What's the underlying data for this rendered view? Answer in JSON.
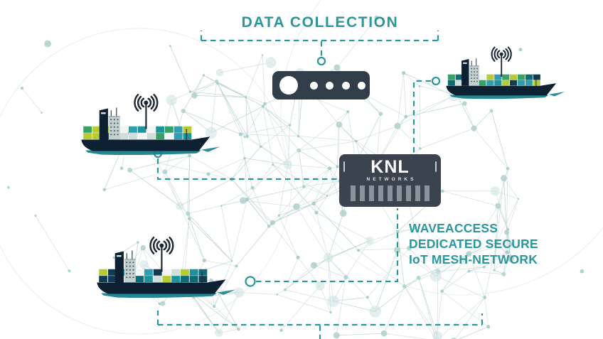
{
  "colors": {
    "background": "#ffffff",
    "accent": "#2a979d",
    "device_dark": "#323d4a",
    "knl_device": "#3a434e",
    "hull_dark": "#0e2133",
    "antenna_dark": "#1b2735",
    "water_teal": "#17818b",
    "heatsink_bar": "#8b9299",
    "superstructure_light": "#c3d0cf",
    "mesh_line": "#d3e1e0",
    "mesh_line_dark": "#b9d5d3",
    "mesh_node": "#aed0ce",
    "container_palette": [
      "#1d939c",
      "#36a268",
      "#b7cc33",
      "#cfdeda",
      "#123a52",
      "#f1f5f4",
      "#2f9fb0",
      "#0c6b74"
    ]
  },
  "header": {
    "title": "DATA COLLECTION"
  },
  "knl_device": {
    "brand": "KNL",
    "sub_brand": "NETWORKS"
  },
  "network_label": {
    "line1": "WAVEACCESS",
    "line2": "DEDICATED SECURE",
    "line3": "IoT MESH-NETWORK"
  },
  "icons": {
    "antenna": "radio-signal-arcs-icon",
    "collection_device": "indicator-dots-device",
    "knl_modem": "heatsink-modem"
  }
}
